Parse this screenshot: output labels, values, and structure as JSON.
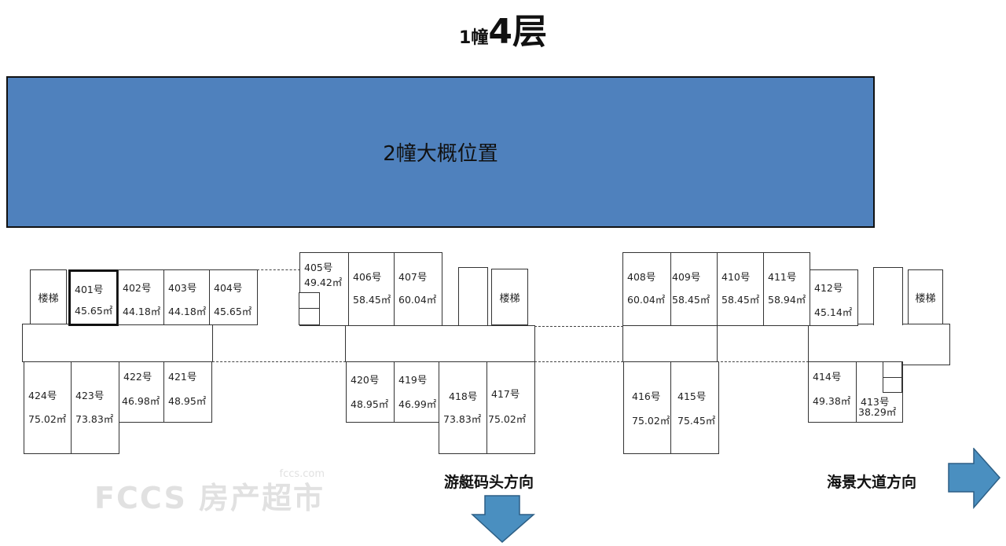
{
  "title": {
    "building": "1幢",
    "floor": "4层"
  },
  "building2_label": "2幢大概位置",
  "stair_label": "楼梯",
  "rooms": {
    "r401": {
      "no": "401号",
      "area": "45.65㎡"
    },
    "r402": {
      "no": "402号",
      "area": "44.18㎡"
    },
    "r403": {
      "no": "403号",
      "area": "44.18㎡"
    },
    "r404": {
      "no": "404号",
      "area": "45.65㎡"
    },
    "r405": {
      "no": "405号",
      "area": "49.42㎡"
    },
    "r406": {
      "no": "406号",
      "area": "58.45㎡"
    },
    "r407": {
      "no": "407号",
      "area": "60.04㎡"
    },
    "r408": {
      "no": "408号",
      "area": "60.04㎡"
    },
    "r409": {
      "no": "409号",
      "area": "58.45㎡"
    },
    "r410": {
      "no": "410号",
      "area": "58.45㎡"
    },
    "r411": {
      "no": "411号",
      "area": "58.94㎡"
    },
    "r412": {
      "no": "412号",
      "area": "45.14㎡"
    },
    "r413": {
      "no": "413号",
      "area": "38.29㎡"
    },
    "r414": {
      "no": "414号",
      "area": "49.38㎡"
    },
    "r415": {
      "no": "415号",
      "area": "75.45㎡"
    },
    "r416": {
      "no": "416号",
      "area": "75.02㎡"
    },
    "r417": {
      "no": "417号",
      "area": "75.02㎡"
    },
    "r418": {
      "no": "418号",
      "area": "73.83㎡"
    },
    "r419": {
      "no": "419号",
      "area": "46.99㎡"
    },
    "r420": {
      "no": "420号",
      "area": "48.95㎡"
    },
    "r421": {
      "no": "421号",
      "area": "48.95㎡"
    },
    "r422": {
      "no": "422号",
      "area": "46.98㎡"
    },
    "r423": {
      "no": "423号",
      "area": "73.83㎡"
    },
    "r424": {
      "no": "424号",
      "area": "75.02㎡"
    }
  },
  "directions": {
    "marina": "游艇码头方向",
    "seaview": "海景大道方向"
  },
  "watermark": {
    "brand": "FCCS 房产超市",
    "domain": "fccs.com"
  },
  "colors": {
    "building2": "#4f81bd",
    "arrow": "#4a8fc0"
  }
}
